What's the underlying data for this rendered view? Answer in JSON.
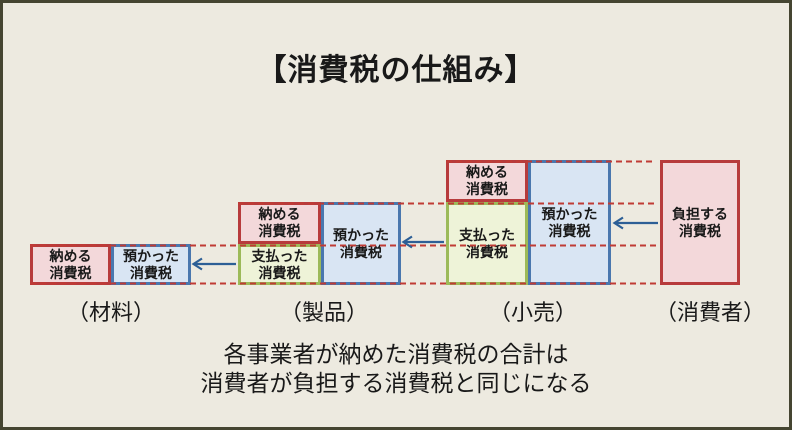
{
  "title": "【消費税の仕組み】",
  "stages": [
    {
      "id": "materials",
      "label": "（材料）"
    },
    {
      "id": "products",
      "label": "（製品）"
    },
    {
      "id": "retail",
      "label": "（小売）"
    },
    {
      "id": "consumer",
      "label": "（消費者）"
    }
  ],
  "boxes": {
    "materials_pay": "納める\n消費税",
    "materials_recv": "預かった\n消費税",
    "products_pay": "納める\n消費税",
    "products_paid": "支払った\n消費税",
    "products_recv": "預かった\n消費税",
    "retail_pay": "納める\n消費税",
    "retail_paid": "支払った\n消費税",
    "retail_recv": "預かった\n消費税",
    "consumer_burden": "負担する\n消費税"
  },
  "caption": {
    "line1": "各事業者が納めた消費税の合計は",
    "line2": "消費者が負担する消費税と同じになる"
  },
  "colors": {
    "background": "#edeae0",
    "frame_border": "#454531",
    "red_border": "#b73b3c",
    "red_fill": "#f3d8da",
    "blue_border": "#4a77ae",
    "blue_fill": "#d9e5f3",
    "green_border": "#9cba59",
    "green_fill": "#eef3d8",
    "dash_red": "#c03b35",
    "arrow_blue": "#2d5f96",
    "text": "#191919"
  }
}
